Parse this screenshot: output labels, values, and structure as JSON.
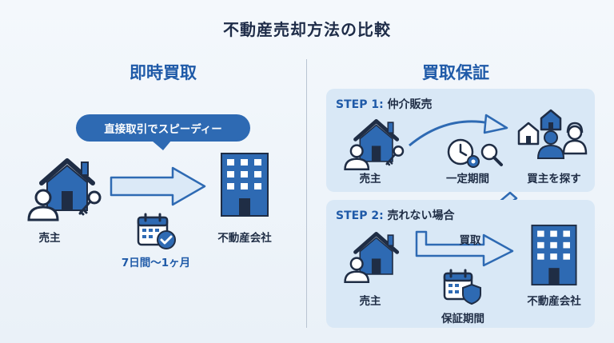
{
  "title": "不動産売却方法の比較",
  "left": {
    "heading": "即時買取",
    "bubble": "直接取引でスピーディー",
    "seller_label": "売主",
    "buyer_label": "不動産会社",
    "period": "7日間〜1ヶ月",
    "icons": [
      "house-icon",
      "person-icon",
      "key-icon",
      "arrow-right-icon",
      "calendar-check-icon",
      "building-icon"
    ]
  },
  "right": {
    "heading": "買取保証",
    "step1": {
      "prefix": "STEP 1:",
      "text": "仲介販売",
      "seller_label": "売主",
      "period_label": "一定期間",
      "search_label": "買主を探す",
      "icons": [
        "house-icon",
        "person-icon",
        "key-icon",
        "clock-icon",
        "gear-icon",
        "search-icon",
        "people-houses-icon",
        "curved-arrow-icon"
      ]
    },
    "step2": {
      "prefix": "STEP 2:",
      "text": "売れない場合",
      "seller_label": "売主",
      "arrow_label": "買取",
      "period_label": "保証期間",
      "buyer_label": "不動産会社",
      "icons": [
        "house-icon",
        "person-icon",
        "calendar-shield-icon",
        "elbow-arrow-icon",
        "building-icon"
      ]
    }
  },
  "colors": {
    "primary": "#2e6ab3",
    "dark": "#1f2d45",
    "panel": "#d9e8f6",
    "arrow_fill": "#dbe9f7",
    "accent_text": "#1f5aa8"
  }
}
